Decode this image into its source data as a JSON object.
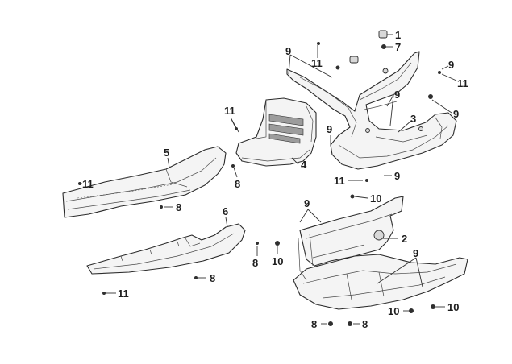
{
  "diagram": {
    "callouts": [
      "1",
      "7",
      "9",
      "11",
      "9",
      "11",
      "9",
      "9",
      "11",
      "9",
      "3",
      "5",
      "4",
      "8",
      "11",
      "9",
      "11",
      "8",
      "9",
      "10",
      "2",
      "6",
      "10",
      "8",
      "9",
      "8",
      "11",
      "10",
      "10",
      "8",
      "8"
    ]
  }
}
